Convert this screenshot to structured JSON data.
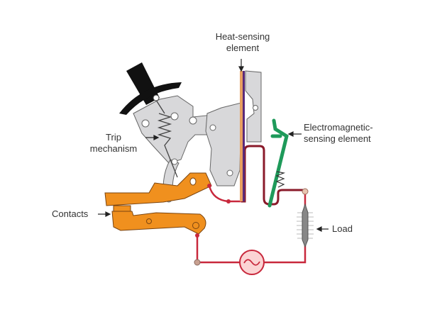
{
  "title": "Circuit breaker thermal-magnetic trip mechanism",
  "labels": {
    "heat_sensing": [
      "Heat-sensing",
      "element"
    ],
    "trip_mechanism": [
      "Trip",
      "mechanism"
    ],
    "electromagnetic": [
      "Electromagnetic-",
      "sensing element"
    ],
    "contacts": "Contacts",
    "load": "Load"
  },
  "colors": {
    "wire": "#c8283c",
    "wire_dark": "#8a1a2a",
    "contacts": "#f0901e",
    "mechanism": "#d8d8da",
    "handle": "#111111",
    "em_element": "#1e9a5a",
    "bimetal_a": "#e8a060",
    "bimetal_b": "#5a2a7a",
    "source_fill": "#fbd4d4"
  },
  "components": [
    {
      "name": "handle",
      "type": "toggle-handle"
    },
    {
      "name": "trip-mechanism",
      "type": "linkage"
    },
    {
      "name": "heat-sensing-element",
      "type": "bimetal-strip"
    },
    {
      "name": "electromagnetic-sensing-element",
      "type": "armature"
    },
    {
      "name": "contacts",
      "type": "moving-and-fixed-contacts"
    },
    {
      "name": "load",
      "type": "resistor"
    },
    {
      "name": "ac-source",
      "type": "ac-source",
      "symbol": "~"
    }
  ]
}
